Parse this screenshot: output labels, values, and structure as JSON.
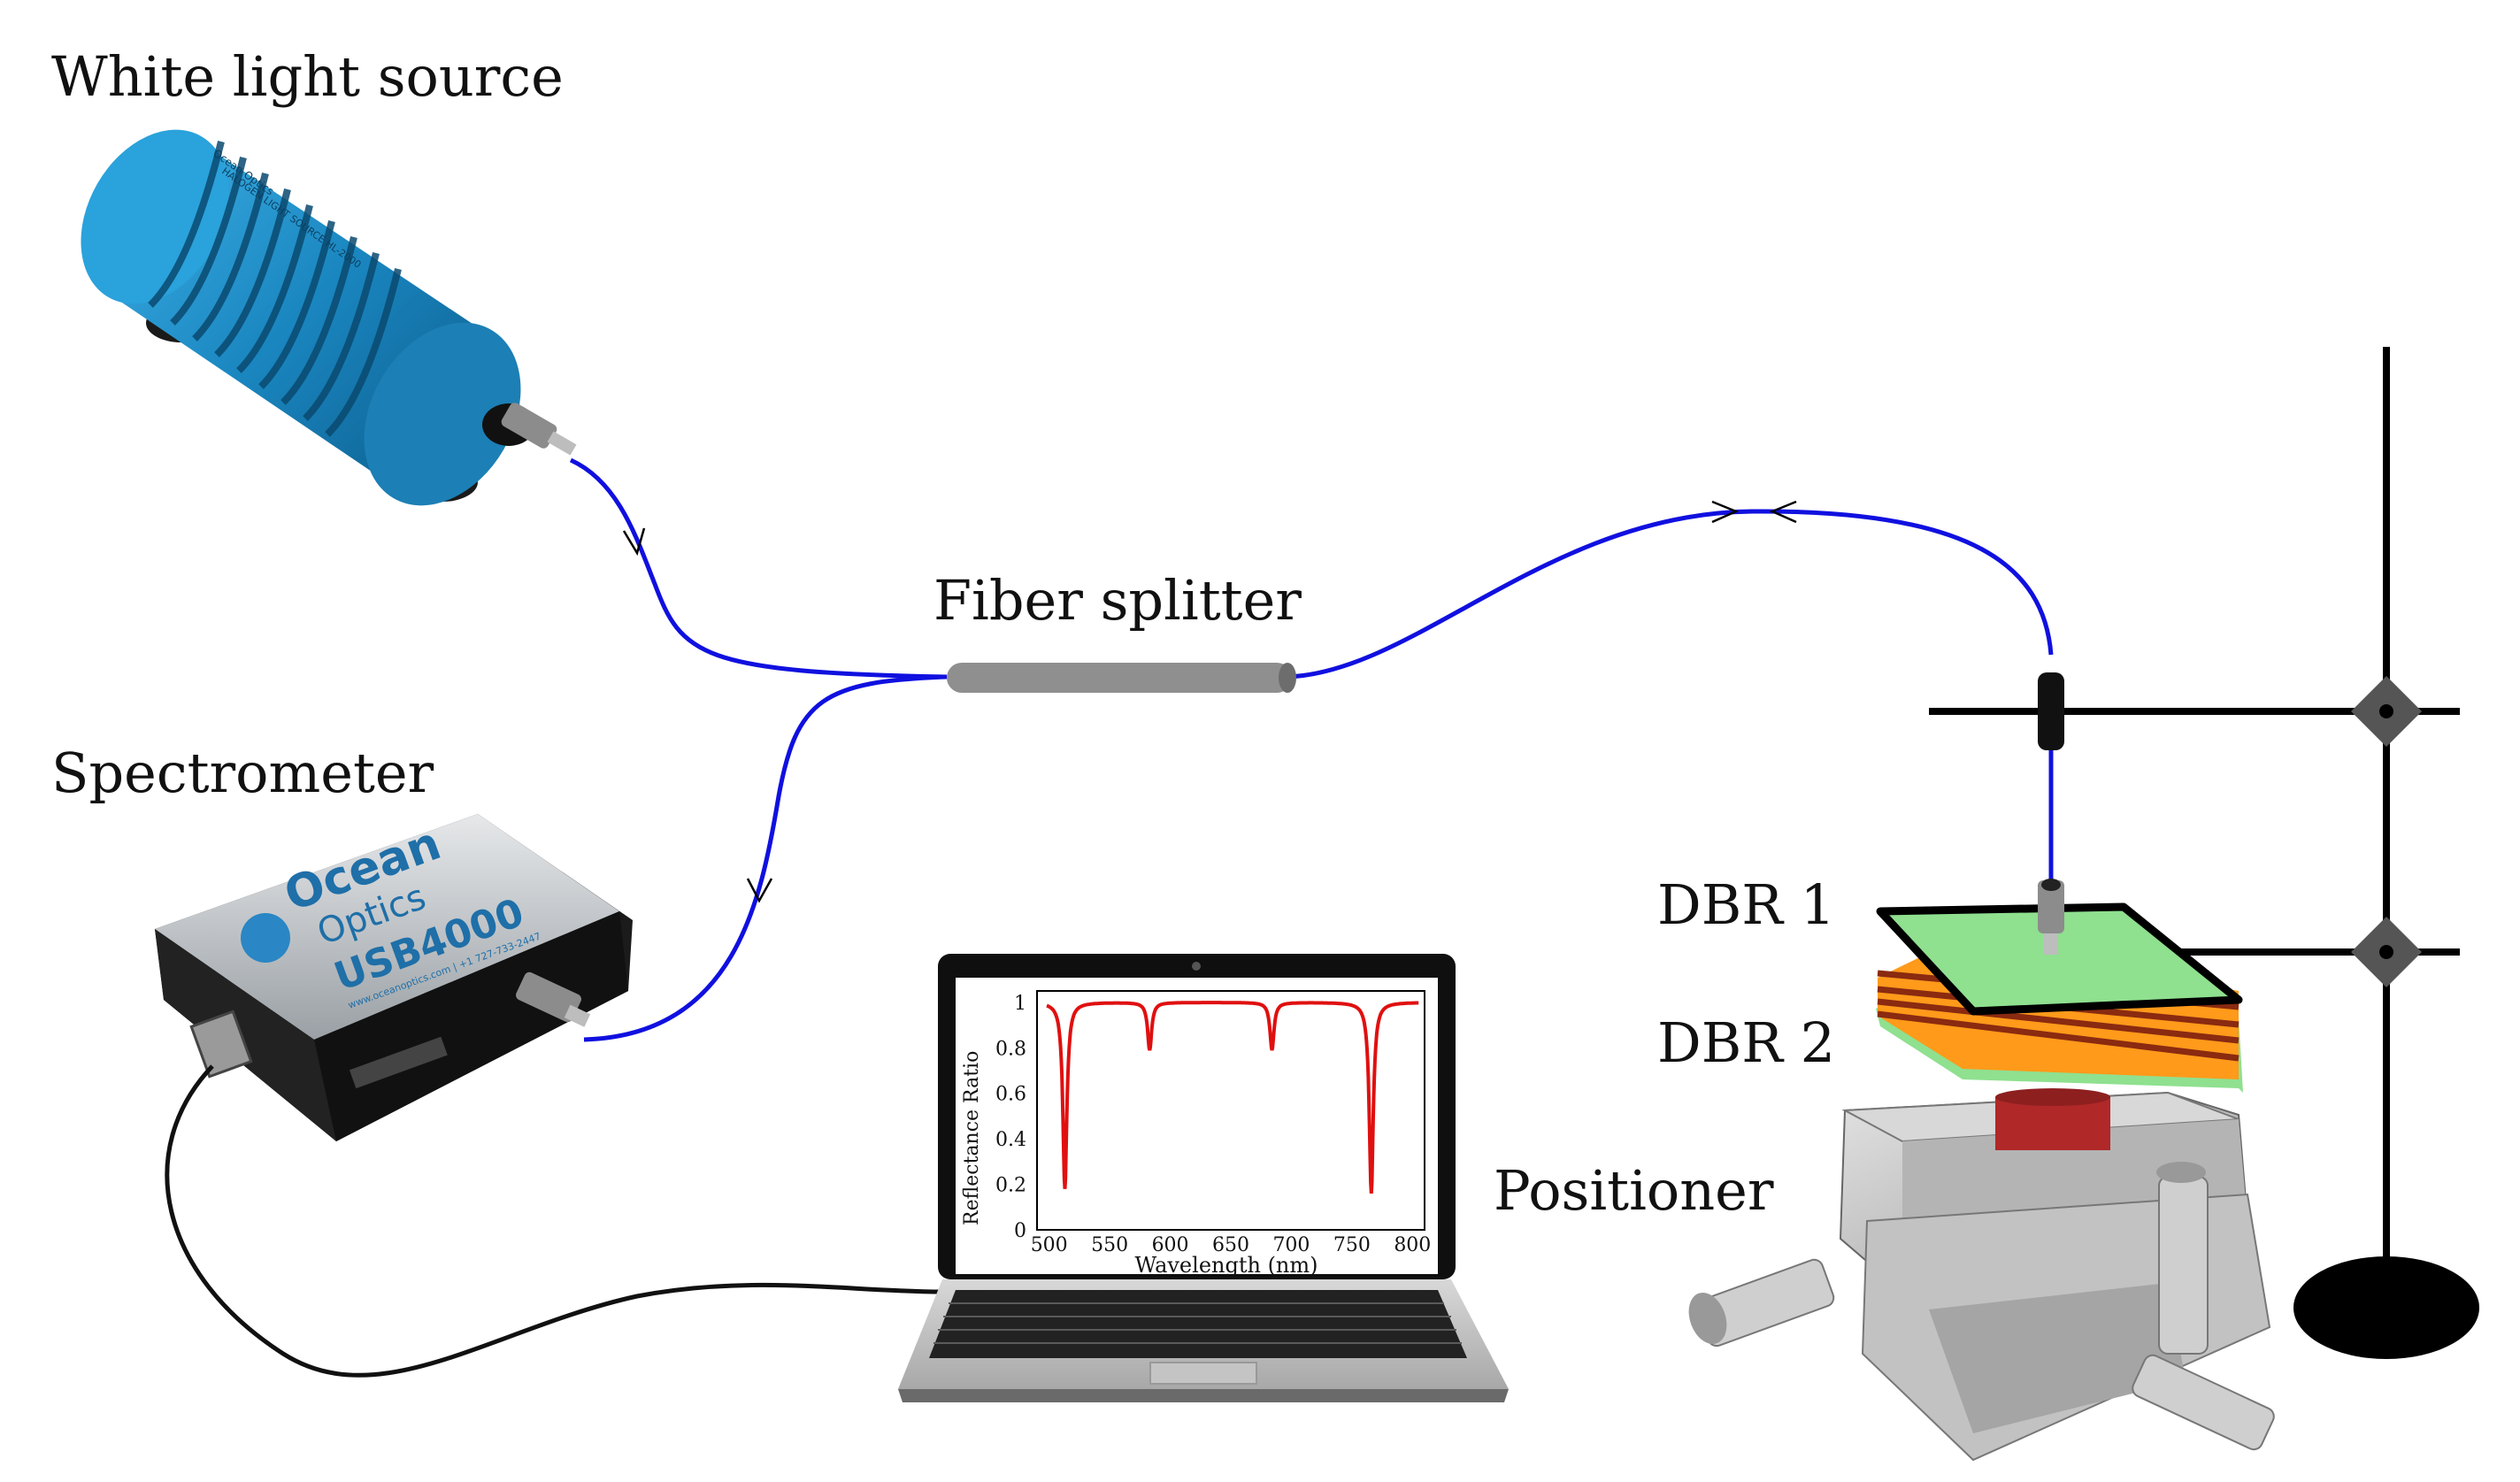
{
  "labels": {
    "white_light_source": "White light source",
    "fiber_splitter": "Fiber splitter",
    "spectrometer": "Spectrometer",
    "dbr1": "DBR 1",
    "dbr2": "DBR 2",
    "positioner": "Positioner"
  },
  "source_device": {
    "logo_text": "Ocean Optics",
    "model_text": "HALOGEN LIGHT SOURCE HL-2000"
  },
  "spectrometer_device": {
    "brand_line1": "Ocean",
    "brand_line2": "Optics",
    "model": "USB4000",
    "contact": "www.oceanoptics.com | +1 727-733-2447"
  },
  "colors": {
    "fiber": "#1010e0",
    "source_body": "#1e8fc8",
    "splitter": "#8f8f8f",
    "dbr_face": "#8fe08f",
    "dbr_orange": "#ff9a1a",
    "dbr_brown": "#8a2a10",
    "positioner_post": "#b02828",
    "plot_line": "#e01010"
  },
  "chart_data": {
    "type": "line",
    "xlabel": "Wavelength (nm)",
    "ylabel": "Reflectance Ratio",
    "xlim": [
      490,
      810
    ],
    "ylim": [
      0,
      1.05
    ],
    "xticks": [
      "500",
      "550",
      "600",
      "650",
      "700",
      "750",
      "800"
    ],
    "yticks": [
      "0",
      "0.2",
      "0.4",
      "0.6",
      "0.8",
      "1"
    ],
    "dips": [
      {
        "wavelength": 513,
        "min": 0.18
      },
      {
        "wavelength": 583,
        "min": 0.79
      },
      {
        "wavelength": 684,
        "min": 0.79
      },
      {
        "wavelength": 766,
        "min": 0.16
      }
    ],
    "baseline": 1.0
  }
}
